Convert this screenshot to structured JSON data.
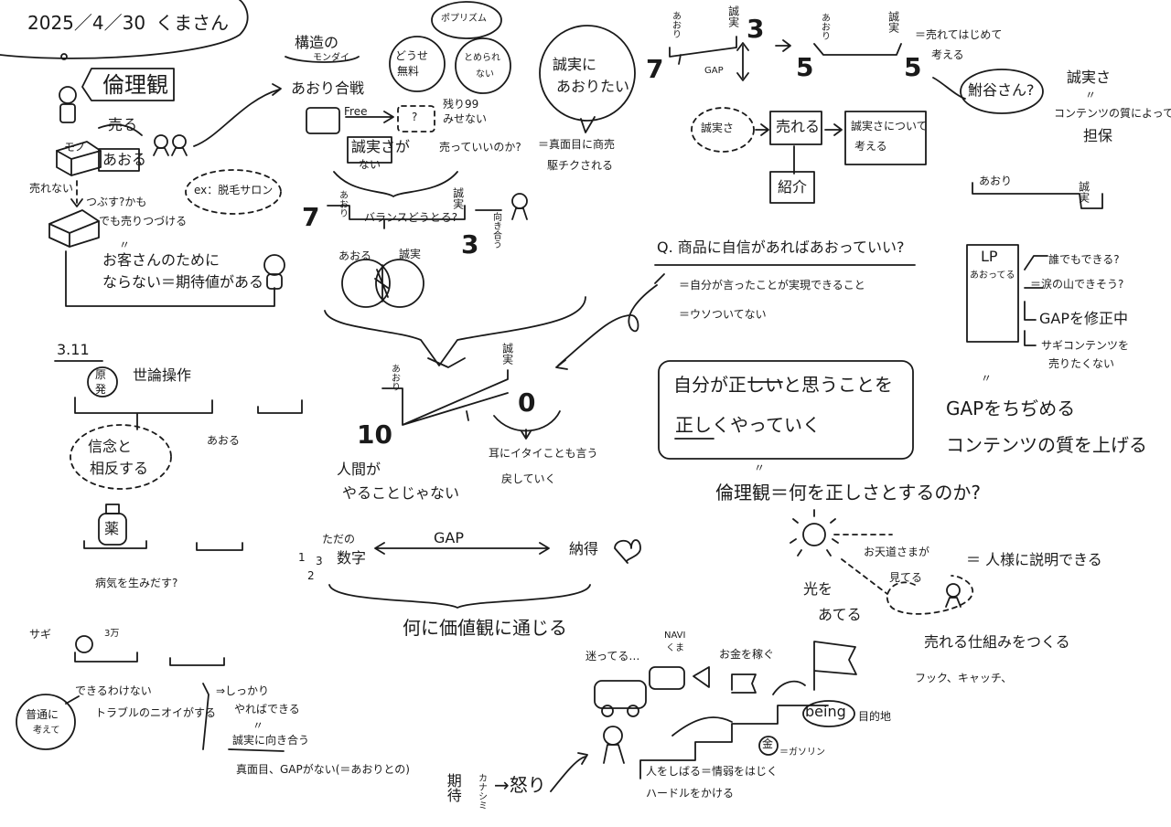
{
  "header": {
    "date": "2025／4／30",
    "name": "くまさん"
  },
  "left": {
    "ethics": "倫理観",
    "sell": "売る",
    "aoru": "あおる",
    "mono": "モノ",
    "urenai": "売れない",
    "tsubusu": "つぶす?かも",
    "demo": "でも売りつづける",
    "ex": "ex：脱毛サロン",
    "equal": "〃",
    "okyaku1": "お客さんのために",
    "okyaku2": "ならない＝期待値がある"
  },
  "struct": {
    "title": "構造の",
    "sub": "モンダイ",
    "aori": "あおり合戦",
    "free": "Free",
    "q": "?",
    "popu": "ポプリズム",
    "douse1": "どうせ",
    "douse2": "無料",
    "tomerare1": "とめられ",
    "tomerare2": "ない",
    "nokori1": "残り99",
    "nokori2": "みせない",
    "seijitsu_ga": "誠実さが",
    "nai": "ない",
    "uttei": "売っていいのか?",
    "majime1": "＝真面目に商売",
    "majime2": "駆チクされる",
    "bubble1": "誠実に",
    "bubble2": "あおりたい"
  },
  "balance": {
    "seven": "7",
    "three": "3",
    "aori_v": "あおり",
    "sei_v": "誠実",
    "balance": "バランスどうとる?",
    "mukiau": "向き合う",
    "aoru": "あおる",
    "seijitsu": "誠実"
  },
  "center": {
    "aori_v": "あおり",
    "sei_v": "誠実",
    "ten": "10",
    "zero": "0",
    "ningen1": "人間が",
    "ningen2": "やることじゃない",
    "mimi1": "耳にイタイことも言う",
    "mimi2": "戻していく"
  },
  "gap": {
    "tadano": "ただの",
    "suji": "数字",
    "n1": "1",
    "n2": "2",
    "n3": "3",
    "gap": "GAP",
    "nattoku": "納得",
    "nani": "何に価値観に通じる"
  },
  "left_mid": {
    "date": "3.11",
    "genpatsu1": "原",
    "genpatsu2": "発",
    "yoron": "世論操作",
    "aoru": "あおる",
    "shinnen1": "信念と",
    "shinnen2": "相反する",
    "kusuri": "薬",
    "byouki": "病気を生みだす?"
  },
  "left_bottom": {
    "sagi": "サギ",
    "sanman": "3万",
    "dekiru": "できるわけない",
    "trouble": "トラブルのニオイがする",
    "futsu1": "普通に",
    "futsu2": "考えて",
    "shikkari1": "⇒しっかり",
    "shikkari2": "やればできる",
    "eq": "〃",
    "mukiau": "誠実に向き合う",
    "majime": "真面目、GAPがない(＝あおりとの)"
  },
  "bottom_mid": {
    "kitai": "期待",
    "kanashimi": "カナシミ",
    "ikari": "→怒り",
    "mayotte": "迷ってる…",
    "navi1": "NAVI",
    "navi2": "くま",
    "okane": "お金を稼ぐ",
    "being": "being",
    "mokuteki": "目的地",
    "kin": "金",
    "gasoline": "＝ガソリン",
    "hito1": "人をしばる＝情弱をはじく",
    "hito2": "ハードルをかける"
  },
  "right_top": {
    "seven": "7",
    "three": "3",
    "five_a": "5",
    "five_b": "5",
    "aori_v": "あおり",
    "sei_v": "誠実",
    "gap": "GAP",
    "urete1": "＝売れてはじめて",
    "urete2": "考える",
    "funaya": "鮒谷さん?",
    "seijitsu_s": "誠実さ",
    "ureru": "売れる",
    "kangae1": "誠実さについて",
    "kangae2": "考える",
    "shokai": "紹介",
    "content_eq": "〃",
    "content1": "コンテンツの質によって",
    "content2": "担保",
    "seijitsu_top": "誠実さ",
    "aori2": "あおり",
    "sei2": "誠実"
  },
  "question": {
    "q": "Q. 商品に自信があればあおっていい?",
    "a1": "＝自分が言ったことが実現できること",
    "a2": "＝ウソついてない",
    "box1": "自分が正しいと思うことを",
    "box2": "正しくやっていく",
    "eq": "〃",
    "rinri": "倫理観＝何を正しさとするのか?"
  },
  "right_mid": {
    "lp": "LP",
    "lp_sub": "あおってる",
    "dare": "誰でもできる?",
    "namida": "＝涙の山できそう?",
    "gap_shusei": "GAPを修正中",
    "sagi": "サギコンテンツを",
    "uritaku": "売りたくない",
    "eq": "〃",
    "gap_chijime": "GAPをちぢめる",
    "content": "コンテンツの質を上げる"
  },
  "right_bottom": {
    "otento1": "お天道さまが",
    "otento2": "見てる",
    "hitosama": "＝ 人様に説明できる",
    "hikari1": "光を",
    "hikari2": "あてる",
    "shikumi": "売れる仕組みをつくる",
    "hook": "フック、キャッチ、"
  }
}
